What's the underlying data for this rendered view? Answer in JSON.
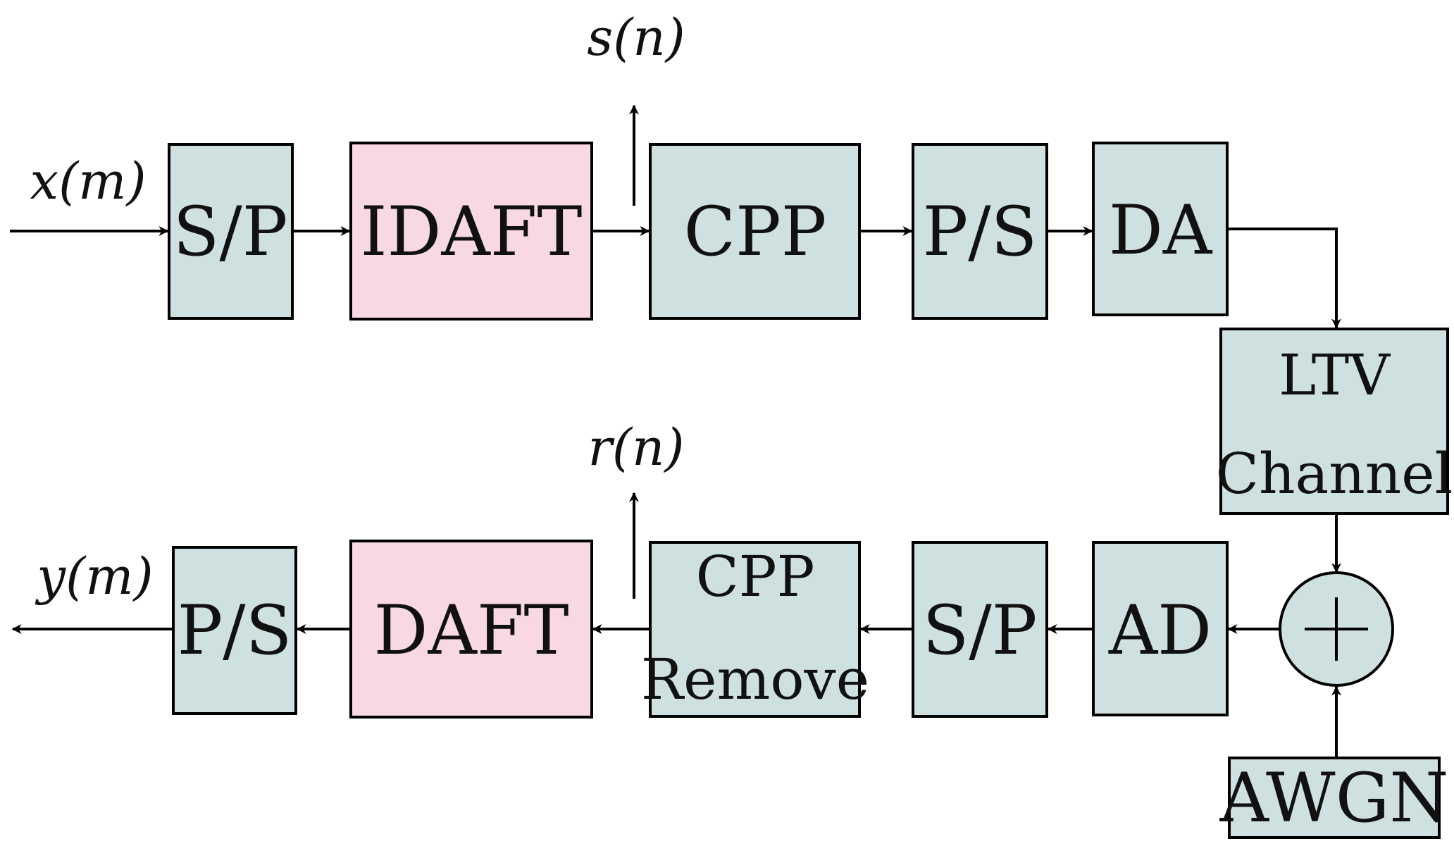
{
  "diagram": {
    "signals": {
      "x_m": "x(m)",
      "s_n": "s(n)",
      "r_n": "r(n)",
      "y_m": "y(m)"
    },
    "transmitter": {
      "sp": "S/P",
      "idaft": "IDAFT",
      "cpp": "CPP",
      "ps": "P/S",
      "da": "DA"
    },
    "channel": {
      "ltv_line1": "LTV",
      "ltv_line2": "Channel",
      "awgn": "AWGN"
    },
    "receiver": {
      "ad": "AD",
      "sp": "S/P",
      "cpp_line1": "CPP",
      "cpp_line2": "Remove",
      "daft": "DAFT",
      "ps": "P/S"
    },
    "colors": {
      "teal_block": "#cfe0e1",
      "pink_block": "#f7d8e3"
    }
  }
}
